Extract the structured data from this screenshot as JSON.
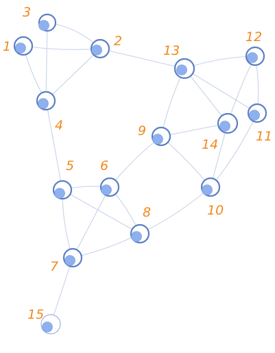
{
  "graph": {
    "colors": {
      "edge": "#c7d3e8",
      "ring": "#5b7fc4",
      "node_fill": "#8eb0ee",
      "label": "#f08a1c"
    },
    "nodes": [
      {
        "id": "1",
        "label": "1"
      },
      {
        "id": "2",
        "label": "2"
      },
      {
        "id": "3",
        "label": "3"
      },
      {
        "id": "4",
        "label": "4"
      },
      {
        "id": "5",
        "label": "5"
      },
      {
        "id": "6",
        "label": "6"
      },
      {
        "id": "7",
        "label": "7"
      },
      {
        "id": "8",
        "label": "8"
      },
      {
        "id": "9",
        "label": "9"
      },
      {
        "id": "10",
        "label": "10"
      },
      {
        "id": "11",
        "label": "11"
      },
      {
        "id": "12",
        "label": "12"
      },
      {
        "id": "13",
        "label": "13"
      },
      {
        "id": "14",
        "label": "14"
      },
      {
        "id": "15",
        "label": "15"
      }
    ],
    "edges": [
      [
        "3",
        "2"
      ],
      [
        "3",
        "4"
      ],
      [
        "1",
        "2"
      ],
      [
        "1",
        "4"
      ],
      [
        "2",
        "4"
      ],
      [
        "2",
        "13"
      ],
      [
        "4",
        "5"
      ],
      [
        "13",
        "12"
      ],
      [
        "13",
        "9"
      ],
      [
        "13",
        "14"
      ],
      [
        "13",
        "11"
      ],
      [
        "12",
        "14"
      ],
      [
        "12",
        "11"
      ],
      [
        "11",
        "10"
      ],
      [
        "9",
        "14"
      ],
      [
        "9",
        "6"
      ],
      [
        "9",
        "10"
      ],
      [
        "14",
        "10"
      ],
      [
        "10",
        "8"
      ],
      [
        "5",
        "6"
      ],
      [
        "5",
        "8"
      ],
      [
        "5",
        "7"
      ],
      [
        "6",
        "7"
      ],
      [
        "6",
        "8"
      ],
      [
        "7",
        "8"
      ],
      [
        "7",
        "15"
      ]
    ]
  }
}
